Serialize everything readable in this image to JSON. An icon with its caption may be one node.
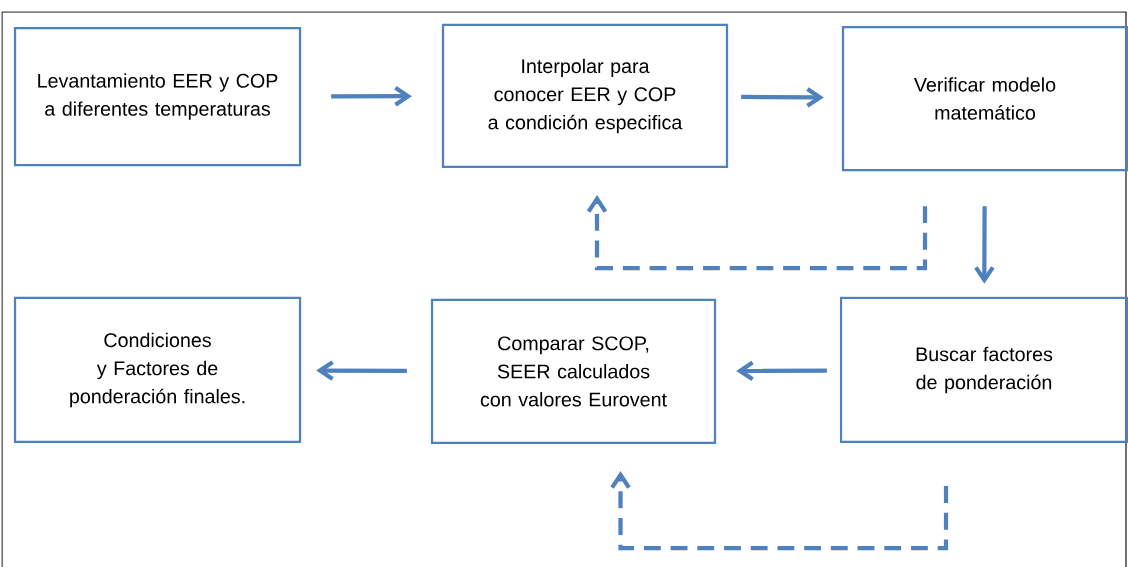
{
  "diagram": {
    "nodes": [
      {
        "text": [
          "Levantamiento EER y COP a diferentes temperaturas"
        ]
      },
      {
        "text": [
          "Interpolar para conocer EER y COP a condición especifica"
        ]
      },
      {
        "text": [
          "Verificar modelo matemático"
        ]
      },
      {
        "text": [
          "Buscar factores de ponderación"
        ]
      },
      {
        "text": [
          "Comparar SCOP, SEER calculados con valores Eurovent"
        ]
      },
      {
        "text": [
          "Condiciones y Factores de ponderación finales."
        ]
      }
    ],
    "edges": [
      {
        "from": 0,
        "to": 1,
        "arrow": "to"
      },
      {
        "from": 1,
        "to": 2,
        "arrow": "to"
      },
      {
        "from": 2,
        "to": 1,
        "arrow": "to",
        "style": "dashed"
      },
      {
        "from": 2,
        "to": 3,
        "arrow": "to"
      },
      {
        "from": 3,
        "to": 4,
        "arrow": "to"
      },
      {
        "from": 3,
        "to": 4,
        "arrow": "to",
        "style": "dashed"
      },
      {
        "from": 4,
        "to": 5,
        "arrow": "to"
      }
    ]
  }
}
